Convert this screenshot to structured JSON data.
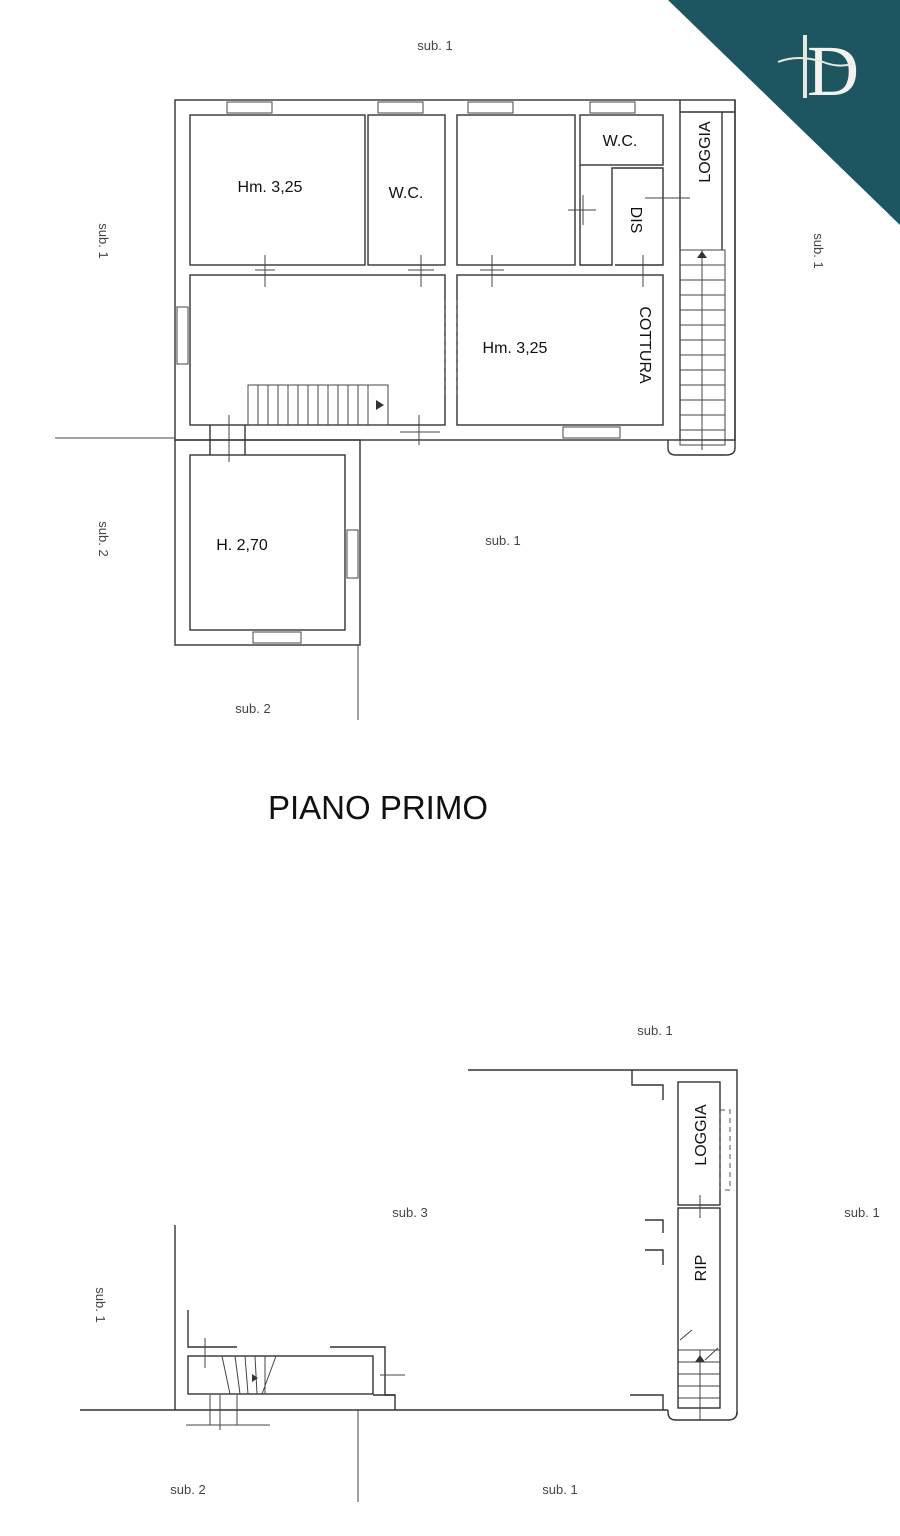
{
  "logo": {
    "text": "FD",
    "color": "#1d5560"
  },
  "first_floor": {
    "title": "PIANO PRIMO",
    "rooms": {
      "bedroom_height": "Hm. 3,25",
      "wc_1": "W.C.",
      "wc_2": "W.C.",
      "loggia": "LOGGIA",
      "dis": "DIS",
      "cottura": "COTTURA",
      "kitchen_height": "Hm. 3,25",
      "room_height": "H. 2,70"
    },
    "neighbors": {
      "top": "sub. 1",
      "left_upper": "sub. 1",
      "right": "sub. 1",
      "left_lower": "sub. 2",
      "center": "sub. 1",
      "bottom": "sub. 2"
    }
  },
  "ground_floor": {
    "rooms": {
      "loggia": "LOGGIA",
      "rip": "RIP"
    },
    "neighbors": {
      "top": "sub. 1",
      "center": "sub. 3",
      "right": "sub. 1",
      "left": "sub. 1",
      "bottom_left": "sub. 2",
      "bottom_right": "sub. 1"
    }
  }
}
